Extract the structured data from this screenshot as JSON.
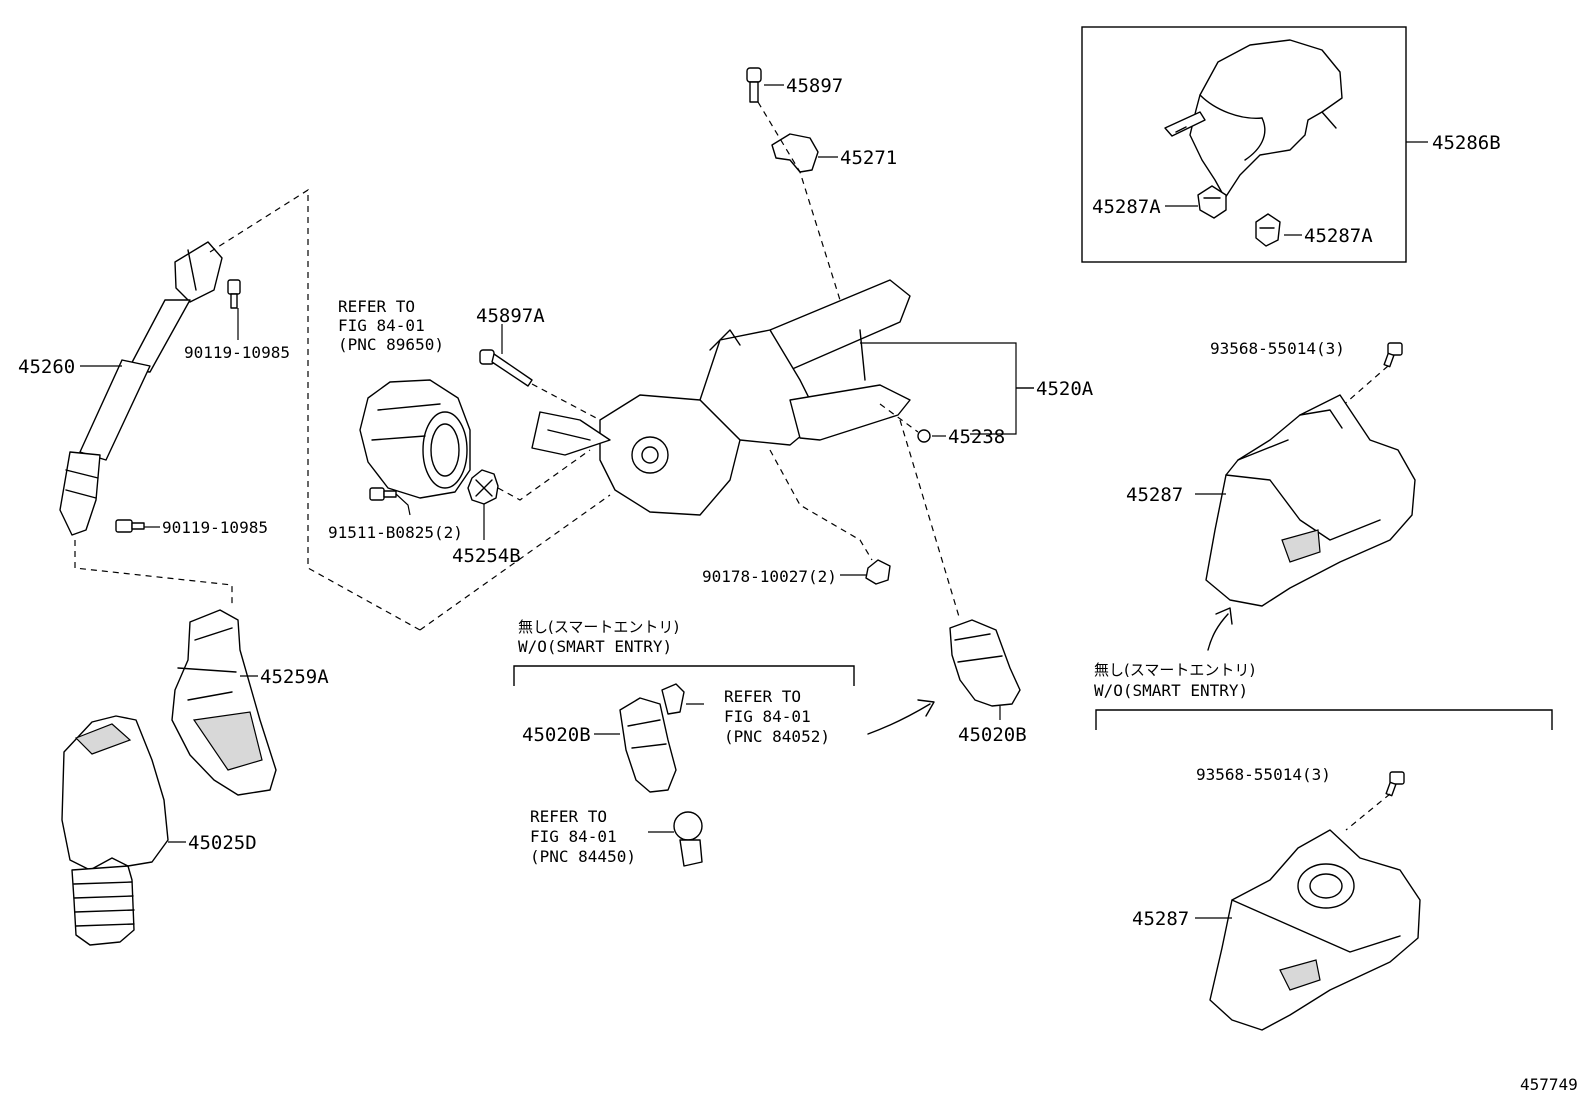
{
  "diagram": {
    "figure_number": "457749",
    "labels": {
      "p45897": "45897",
      "p45271": "45271",
      "p45286B": "45286B",
      "p45287A_left": "45287A",
      "p45287A_right": "45287A",
      "p45260": "45260",
      "p90119_top": "90119-10985",
      "p90119_bottom": "90119-10985",
      "p45897A": "45897A",
      "p4520A": "4520A",
      "p45238": "45238",
      "p93568_top": "93568-55014(3)",
      "p45287_top": "45287",
      "p91511": "91511-B0825(2)",
      "p45254B": "45254B",
      "p90178": "90178-10027(2)",
      "p45259A": "45259A",
      "p45020B_left": "45020B",
      "p45020B_right": "45020B",
      "p45025D": "45025D",
      "p93568_bottom": "93568-55014(3)",
      "p45287_bottom": "45287"
    },
    "refer_notes": {
      "pnc89650": [
        "REFER TO",
        "FIG 84-01",
        "(PNC 89650)"
      ],
      "pnc84052": [
        "REFER TO",
        "FIG 84-01",
        "(PNC 84052)"
      ],
      "pnc84450": [
        "REFER TO",
        "FIG 84-01",
        "(PNC 84450)"
      ]
    },
    "condition_notes": {
      "center_jp": "無し(スマートエントリ)",
      "center_en": "W/O(SMART ENTRY)",
      "right_jp": "無し(スマートエントリ)",
      "right_en": "W/O(SMART ENTRY)"
    }
  }
}
